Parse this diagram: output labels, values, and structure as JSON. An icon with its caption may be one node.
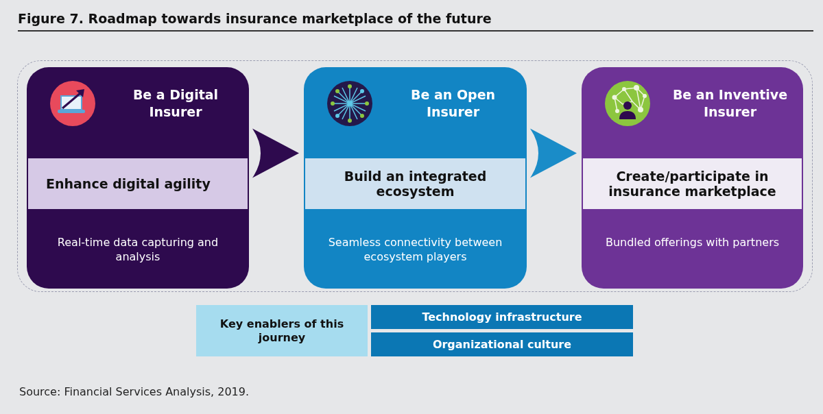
{
  "diagram": {
    "title": "Figure 7. Roadmap towards insurance marketplace of the future",
    "caption": "Source: Financial Services Analysis, 2019.",
    "nodes": [
      {
        "text": [],
        "shape": "box"
      },
      {
        "text": [
          "Be a Digital Insurer",
          "Real-time data capturing and analysis"
        ],
        "in": 0
      },
      {
        "text": [
          "Enhance digital agility"
        ],
        "in": 1
      },
      {
        "text": [
          "Be an Open Insurer",
          "Seamless connectivity between ecosystem players"
        ],
        "in": 0
      },
      {
        "text": [
          "Build an integrated ecosystem"
        ],
        "in": 3
      },
      {
        "text": [
          "Be an Inventive Insurer",
          "Bundled offerings with partners"
        ],
        "in": 0
      },
      {
        "text": [
          "Create/participate in insurance marketplace"
        ],
        "in": 5
      },
      {
        "text": [
          "Key enablers of this journey"
        ]
      },
      {
        "text": [
          "Technology infrastructure"
        ]
      },
      {
        "text": [
          "Organizational culture"
        ]
      }
    ],
    "edges": [
      {
        "from": 1,
        "to": 3,
        "arrow": "to",
        "color": "#2e0a4e"
      },
      {
        "from": 3,
        "to": 5,
        "arrow": "to",
        "color": "#1a8cc8"
      }
    ]
  }
}
